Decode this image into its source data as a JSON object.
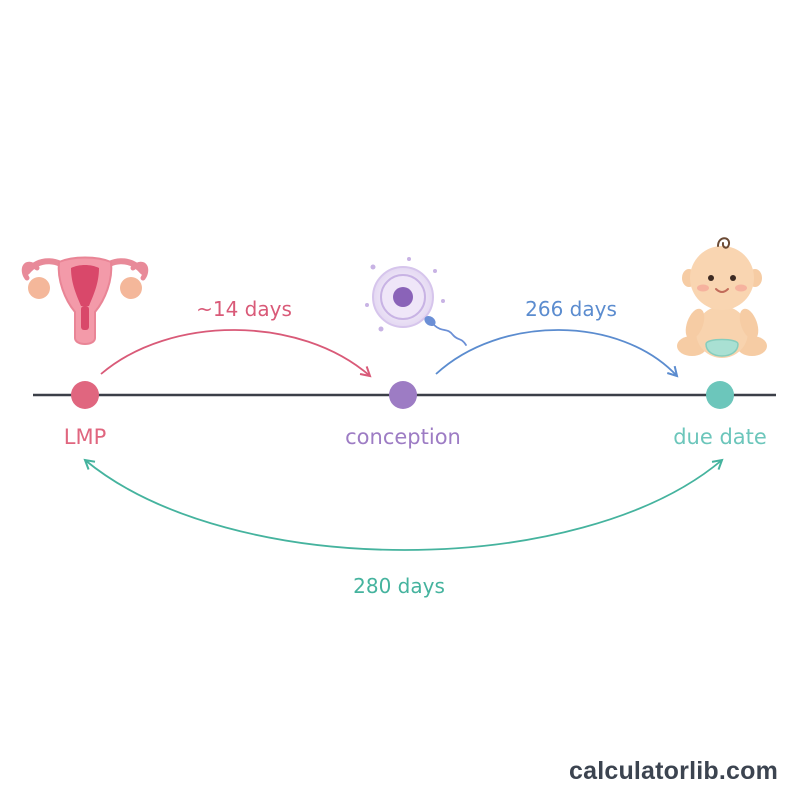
{
  "diagram": {
    "milestones": [
      {
        "label": "LMP",
        "color": "#e0667f",
        "icon": "uterus-icon"
      },
      {
        "label": "conception",
        "color": "#9d7cc4",
        "icon": "egg-sperm-icon"
      },
      {
        "label": "due date",
        "color": "#6cc6bb",
        "icon": "baby-icon"
      }
    ],
    "intervals": [
      {
        "label": "~14 days",
        "color": "#d95a78"
      },
      {
        "label": "266 days",
        "color": "#5b8ccf"
      },
      {
        "label": "280 days",
        "color": "#45b39e"
      }
    ],
    "timeline_color": "#3b3f48"
  },
  "footer": {
    "brand": "calculatorlib.com"
  }
}
